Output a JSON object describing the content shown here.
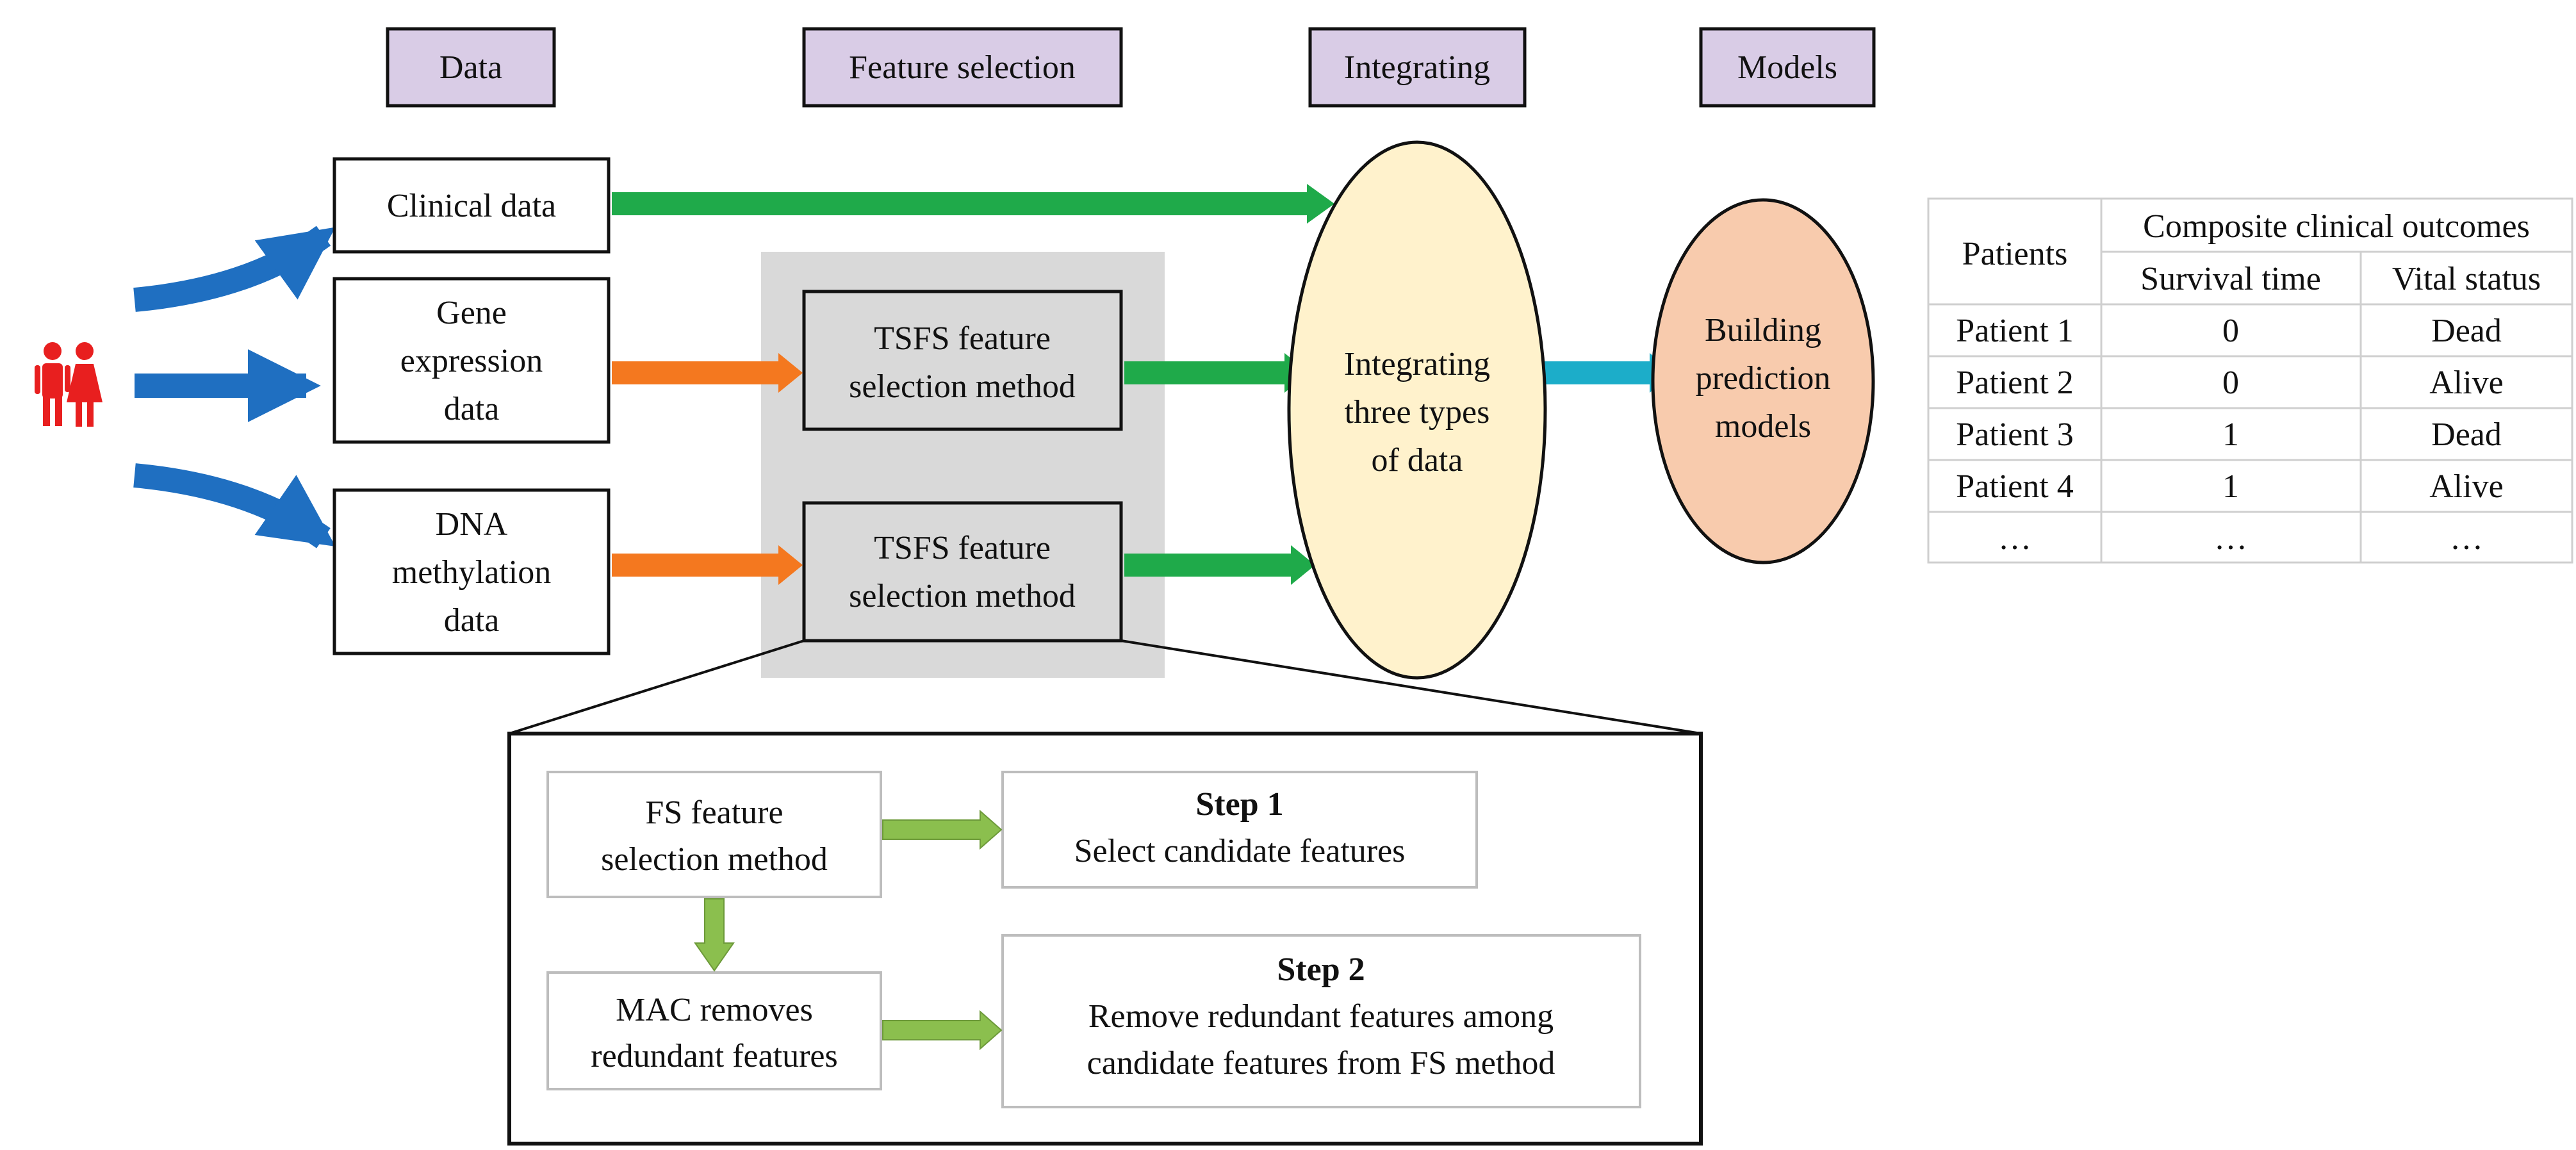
{
  "stage_headers": [
    "Data",
    "Feature selection",
    "Integrating",
    "Models"
  ],
  "data_sources": {
    "clinical": "Clinical data",
    "gene": [
      "Gene",
      "expression",
      "data"
    ],
    "dna": [
      "DNA",
      "methylation",
      "data"
    ]
  },
  "tsfs": {
    "gene": [
      "TSFS feature",
      "selection method"
    ],
    "dna": [
      "TSFS feature",
      "selection method"
    ]
  },
  "integrating_node": [
    "Integrating",
    "three types",
    "of data"
  ],
  "models_node": [
    "Building",
    "prediction",
    "models"
  ],
  "detail": {
    "fs_method": [
      "FS feature",
      "selection method"
    ],
    "mac": [
      "MAC removes",
      "redundant features"
    ],
    "step1": {
      "title": "Step 1",
      "text": "Select candidate features"
    },
    "step2": {
      "title": "Step 2",
      "lines": [
        "Remove redundant features among",
        "candidate features from FS method"
      ]
    }
  },
  "outcome_table": {
    "patients_header": "Patients",
    "group_header": "Composite clinical outcomes",
    "columns": [
      "Survival time",
      "Vital status"
    ],
    "rows": [
      [
        "Patient 1",
        "0",
        "Dead"
      ],
      [
        "Patient 2",
        "0",
        "Alive"
      ],
      [
        "Patient 3",
        "1",
        "Dead"
      ],
      [
        "Patient 4",
        "1",
        "Alive"
      ],
      [
        "…",
        "…",
        "…"
      ]
    ]
  },
  "colors": {
    "header_fill": "#d9cce6",
    "gray_panel": "#d9d9d9",
    "integrating_fill": "#fff2cc",
    "models_fill": "#f8cbad",
    "blue": "#1f6fc1",
    "green": "#1faa4a",
    "orange": "#f4781f",
    "teal": "#1cadc9",
    "light_green": "#8bbf4e",
    "people": "#e81f1f"
  },
  "icons": {
    "patients": "people-icon"
  }
}
